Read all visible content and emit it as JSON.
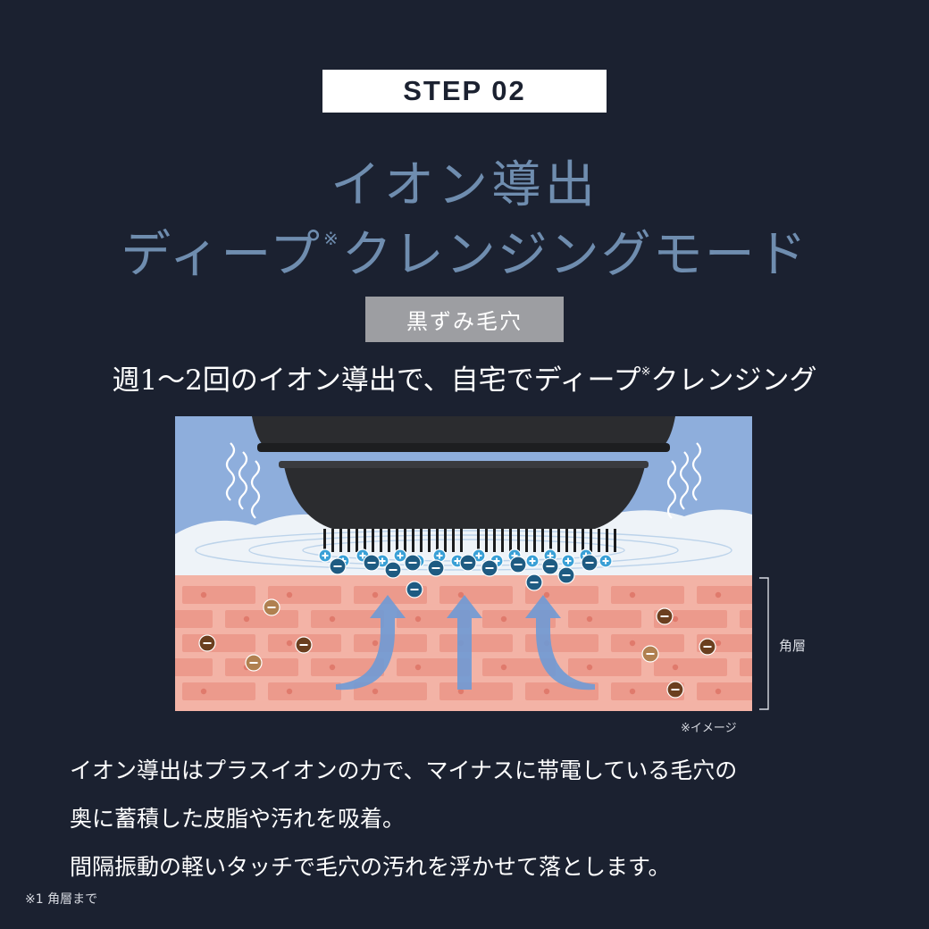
{
  "step_label": "STEP 02",
  "title": {
    "line1": "イオン導出",
    "line2_part1": "ディープ",
    "line2_mark": "※",
    "line2_part2": "クレンジングモード"
  },
  "tag": "黒ずみ毛穴",
  "subtitle": {
    "part1": "週1～2回のイオン導出で、自宅でディープ",
    "mark": "※",
    "part2": "クレンジング"
  },
  "illustration": {
    "layer_label": "角層",
    "image_note": "※イメージ",
    "colors": {
      "sky": "#8eaedc",
      "foam": "#eef3f8",
      "skin": "#f3b3a6",
      "brick": "#ec9a8c",
      "device": "#2b2c2f",
      "ion_plus": "#3aa0d6",
      "ion_minus": "#1e5b82",
      "dirt": "#6b3f1f"
    }
  },
  "description": {
    "line1": "イオン導出はプラスイオンの力で、マイナスに帯電している毛穴の",
    "line2": "奥に蓄積した皮脂や汚れを吸着。",
    "line3": "間隔振動の軽いタッチで毛穴の汚れを浮かせて落とします。"
  },
  "footnote": "※1 角層まで"
}
